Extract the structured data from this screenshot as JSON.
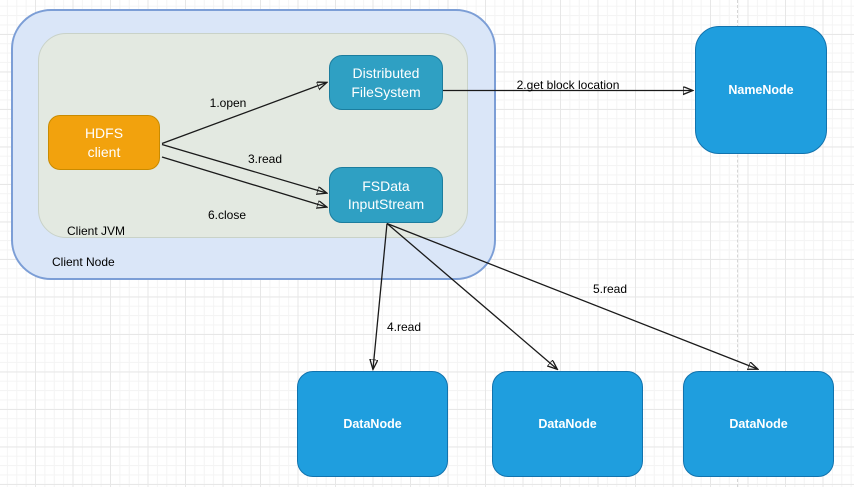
{
  "canvas": {
    "colors": {
      "grid-minor": "#f4f4f4",
      "grid-major": "#e7e7e7"
    }
  },
  "containers": {
    "client_node": {
      "label": "Client Node",
      "fill": "#dae6f8",
      "stroke": "#7c9ed6"
    },
    "client_jvm": {
      "label": "Client JVM",
      "fill": "#e3e9e1",
      "stroke": "#c9d2c8"
    }
  },
  "nodes": {
    "hdfs_client": {
      "label": "HDFS\nclient",
      "fill": "#f2a20d",
      "stroke": "#c98b00",
      "text_color": "#ffffff"
    },
    "distributed_filesystem": {
      "label": "Distributed\nFileSystem",
      "fill": "#2fa0c3",
      "stroke": "#1b7d9e",
      "text_color": "#ffffff"
    },
    "fsdata_inputstream": {
      "label": "FSData\nInputStream",
      "fill": "#2fa0c3",
      "stroke": "#1b7d9e",
      "text_color": "#ffffff"
    },
    "namenode": {
      "label": "NameNode",
      "fill": "#1f9ede",
      "stroke": "#1173ae",
      "text_color": "#ffffff"
    },
    "datanode1": {
      "label": "DataNode",
      "fill": "#1f9ede",
      "stroke": "#1173ae",
      "text_color": "#ffffff"
    },
    "datanode2": {
      "label": "DataNode",
      "fill": "#1f9ede",
      "stroke": "#1173ae",
      "text_color": "#ffffff"
    },
    "datanode3": {
      "label": "DataNode",
      "fill": "#1f9ede",
      "stroke": "#1173ae",
      "text_color": "#ffffff"
    }
  },
  "edges": {
    "open": {
      "label": "1.open"
    },
    "get_block_location": {
      "label": "2.get block location"
    },
    "read3": {
      "label": "3.read"
    },
    "read4": {
      "label": "4.read"
    },
    "read5": {
      "label": "5.read"
    },
    "close": {
      "label": "6.close"
    }
  }
}
